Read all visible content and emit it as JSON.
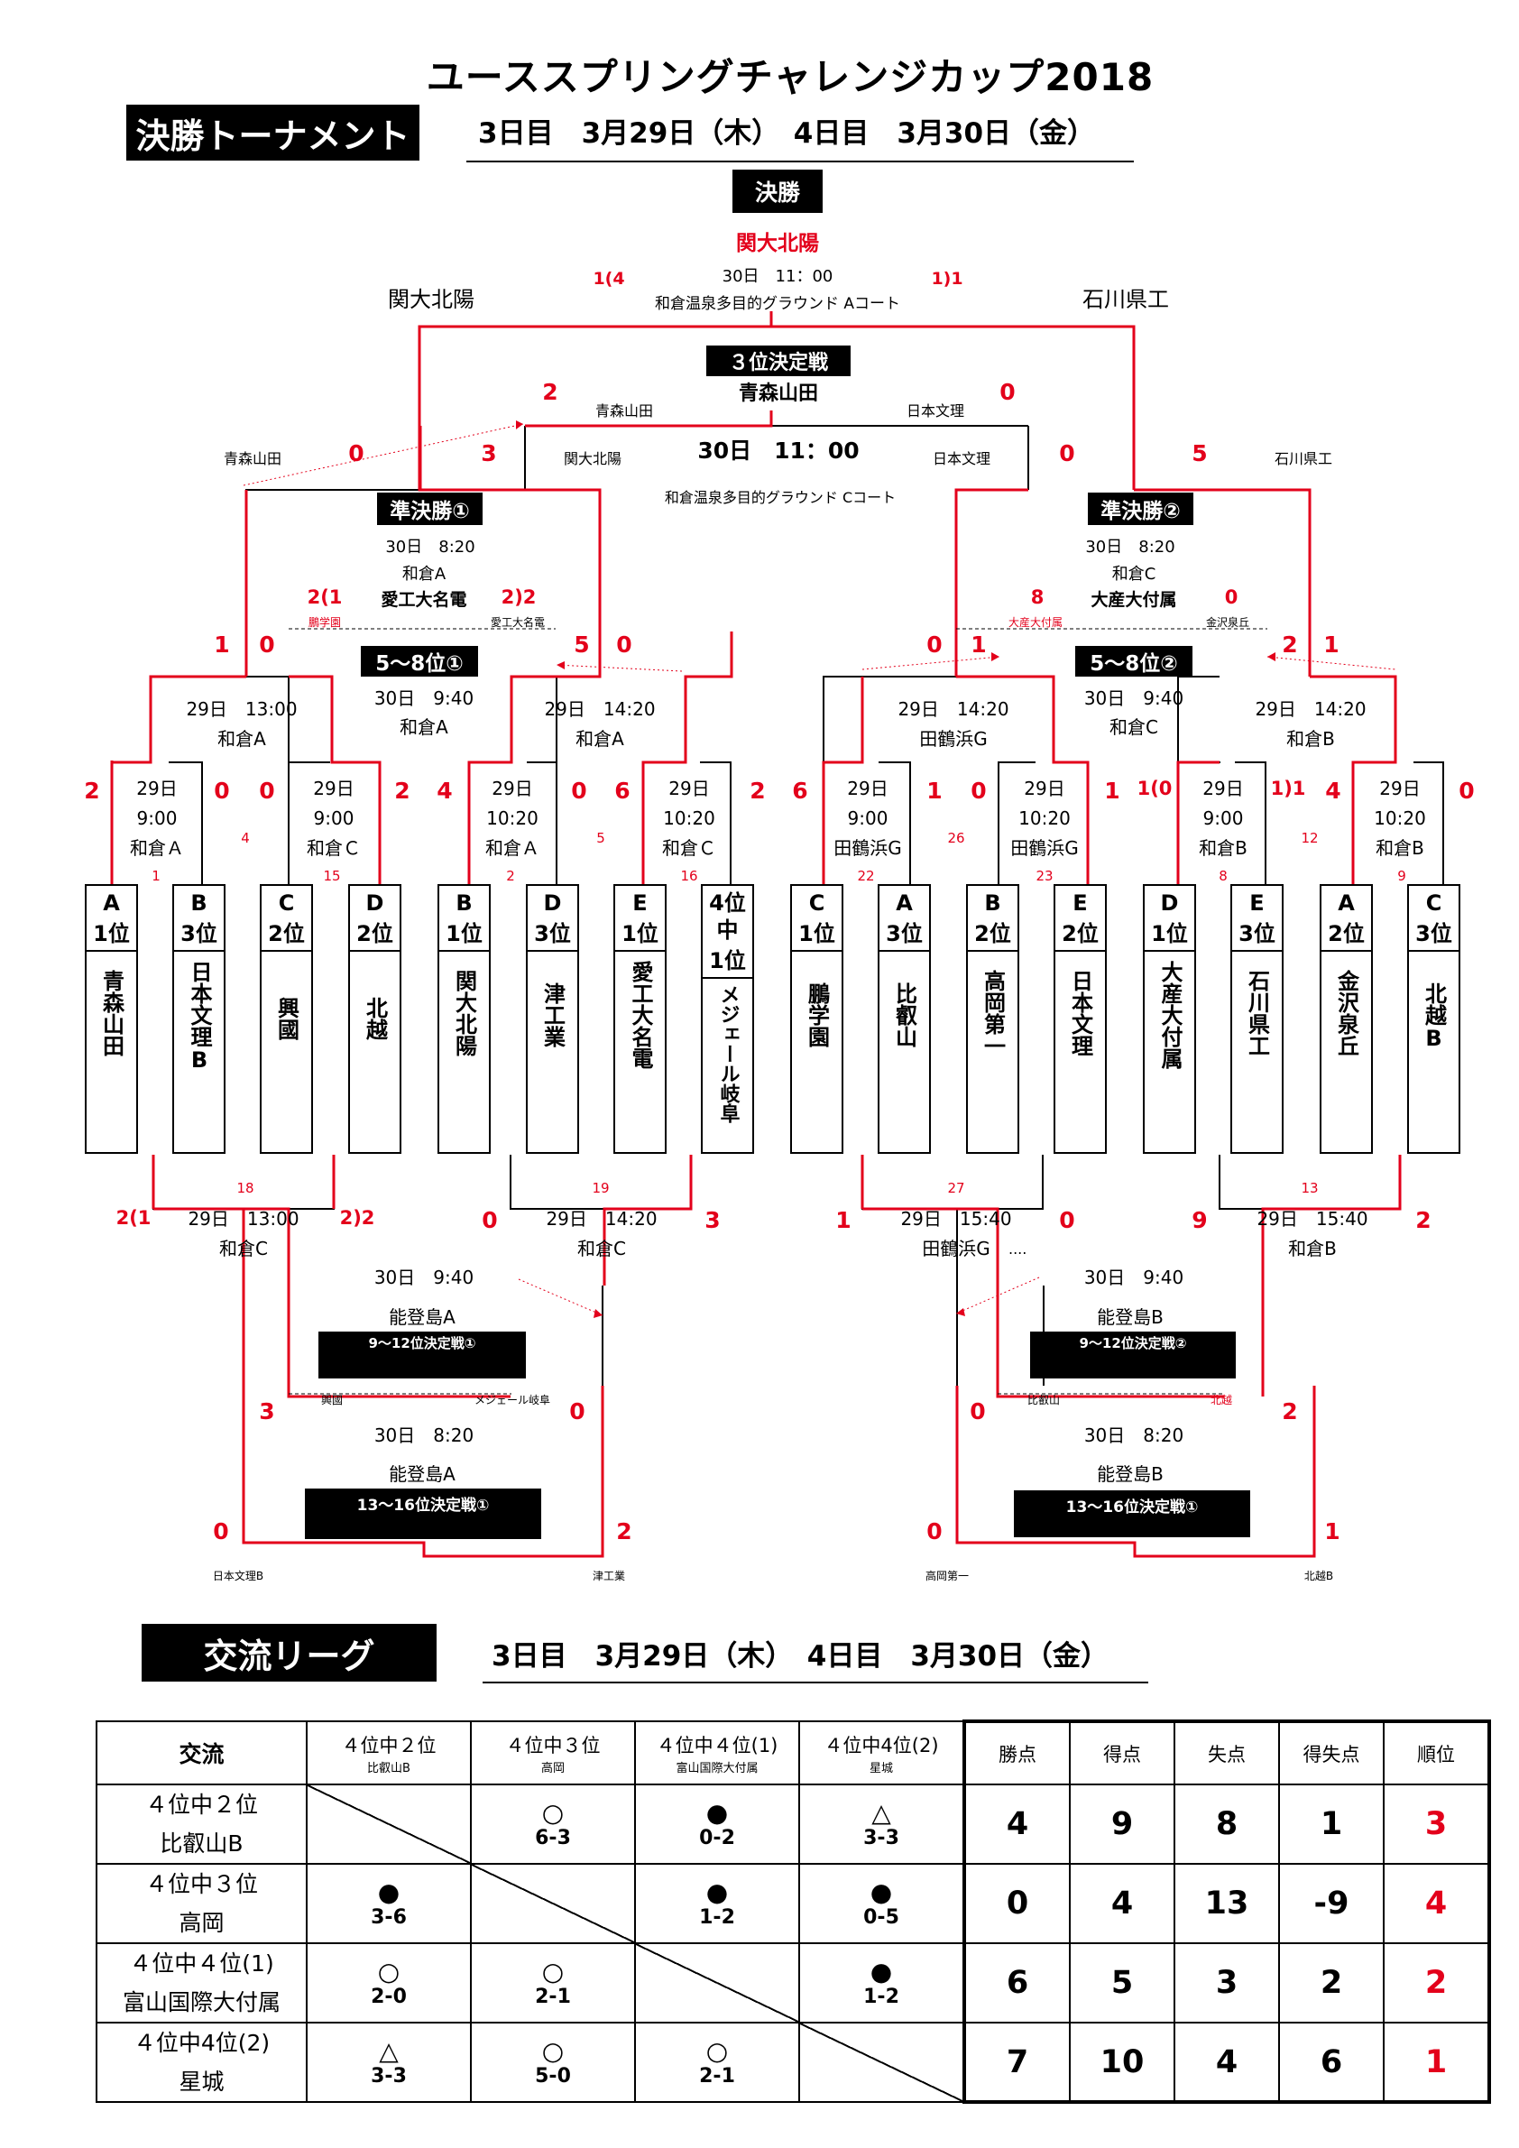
{
  "title": "ユーススプリングチャレンジカップ2018",
  "tournament": {
    "label": "決勝トーナメント",
    "dates": "3日目　3月29日（木）　4日目　3月30日（金）",
    "final": {
      "label": "決勝",
      "winner": "関大北陽",
      "time": "30日　11：00",
      "venue": "和倉温泉多目的グラウンド Aコート",
      "left_team": "関大北陽",
      "right_team": "石川県工",
      "left_score": "1(4",
      "right_score": "1)1"
    },
    "third": {
      "label": "３位決定戦",
      "winner": "青森山田",
      "left_team": "青森山田",
      "right_team": "日本文理",
      "left_score": "2",
      "right_score": "0",
      "time": "30日　11：00",
      "venue": "和倉温泉多目的グラウンド Cコート"
    },
    "semi1": {
      "label": "準決勝①",
      "time": "30日　8:20",
      "venue": "和倉A",
      "winner": "愛工大名電",
      "left_score": "2(1",
      "right_score": "2)2",
      "left_note": "鵬学園",
      "right_note": "愛工大名電",
      "outer_left_team": "青森山田",
      "outer_left_score": "0",
      "outer_right_team": "関大北陽",
      "outer_right_score": "3"
    },
    "semi2": {
      "label": "準決勝②",
      "time": "30日　8:20",
      "venue": "和倉C",
      "winner": "大産大付属",
      "left_score": "8",
      "right_score": "0",
      "left_note": "大産大付属",
      "right_note": "金沢泉丘",
      "outer_left_team": "日本文理",
      "outer_left_score": "0",
      "outer_right_team": "石川県工",
      "outer_right_score": "5"
    },
    "place58_1": {
      "label": "5～8位①",
      "time": "30日　9:40",
      "venue": "和倉A"
    },
    "place58_2": {
      "label": "5～8位②",
      "time": "30日　9:40",
      "venue": "和倉C"
    },
    "qf": [
      {
        "time": "29日　13:00",
        "venue": "和倉A",
        "left": "1",
        "right": "0"
      },
      {
        "time": "29日　14:20",
        "venue": "和倉A",
        "left": "5",
        "right": "0"
      },
      {
        "time": "29日　14:20",
        "venue": "田鶴浜G",
        "left": "0",
        "right": "1"
      },
      {
        "time": "29日　14:20",
        "venue": "和倉B",
        "left": "2",
        "right": "1"
      }
    ],
    "r1": [
      {
        "day": "29日",
        "time": "9:00",
        "venue": "和倉Ａ",
        "left": "2",
        "right": "0",
        "no": "4"
      },
      {
        "day": "29日",
        "time": "9:00",
        "venue": "和倉Ｃ",
        "left": "0",
        "right": "2",
        "no": ""
      },
      {
        "day": "29日",
        "time": "10:20",
        "venue": "和倉Ａ",
        "left": "4",
        "right": "0",
        "no": "5"
      },
      {
        "day": "29日",
        "time": "10:20",
        "venue": "和倉Ｃ",
        "left": "6",
        "right": "2",
        "no": ""
      },
      {
        "day": "29日",
        "time": "9:00",
        "venue": "田鶴浜G",
        "left": "6",
        "right": "1",
        "no": "26"
      },
      {
        "day": "29日",
        "time": "10:20",
        "venue": "田鶴浜G",
        "left": "0",
        "right": "1",
        "no": ""
      },
      {
        "day": "29日",
        "time": "9:00",
        "venue": "和倉B",
        "left": "1(0",
        "right": "1)1",
        "no": "12"
      },
      {
        "day": "29日",
        "time": "10:20",
        "venue": "和倉B",
        "left": "4",
        "right": "0",
        "no": ""
      }
    ],
    "match_nos": [
      "1",
      "15",
      "2",
      "16",
      "22",
      "23",
      "8",
      "9"
    ],
    "teams": [
      {
        "cat1": "A",
        "cat2": "1位",
        "name": "青森山田"
      },
      {
        "cat1": "B",
        "cat2": "3位",
        "name": "日本文理B"
      },
      {
        "cat1": "C",
        "cat2": "2位",
        "name": "興國"
      },
      {
        "cat1": "D",
        "cat2": "2位",
        "name": "北越"
      },
      {
        "cat1": "B",
        "cat2": "1位",
        "name": "関大北陽"
      },
      {
        "cat1": "D",
        "cat2": "3位",
        "name": "津工業"
      },
      {
        "cat1": "E",
        "cat2": "1位",
        "name": "愛工大名電"
      },
      {
        "cat1": "4位中",
        "cat2": "1位",
        "name": "メジェール岐阜"
      },
      {
        "cat1": "C",
        "cat2": "1位",
        "name": "鵬学園"
      },
      {
        "cat1": "A",
        "cat2": "3位",
        "name": "比叡山"
      },
      {
        "cat1": "B",
        "cat2": "2位",
        "name": "高岡第一"
      },
      {
        "cat1": "E",
        "cat2": "2位",
        "name": "日本文理"
      },
      {
        "cat1": "D",
        "cat2": "1位",
        "name": "大産大付属"
      },
      {
        "cat1": "E",
        "cat2": "3位",
        "name": "石川県工"
      },
      {
        "cat1": "A",
        "cat2": "2位",
        "name": "金沢泉丘"
      },
      {
        "cat1": "C",
        "cat2": "3位",
        "name": "北越B"
      }
    ],
    "lower": [
      {
        "no": "18",
        "time": "29日　13:00",
        "venue": "和倉C",
        "left": "2(1",
        "right": "2)2"
      },
      {
        "no": "19",
        "time": "29日　14:20",
        "venue": "和倉C",
        "left": "0",
        "right": "3"
      },
      {
        "no": "27",
        "time": "29日　15:40",
        "venue": "田鶴浜G",
        "left": "1",
        "right": "0",
        "extra": "...."
      },
      {
        "no": "13",
        "time": "29日　15:40",
        "venue": "和倉B",
        "left": "9",
        "right": "2"
      }
    ],
    "p912_1": {
      "label": "9～12位決定戦①",
      "time": "30日　9:40",
      "venue": "能登島A",
      "left_note": "興國",
      "right_note": "メジェール岐阜",
      "left": "3",
      "right": "0"
    },
    "p912_2": {
      "label": "9～12位決定戦②",
      "time": "30日　9:40",
      "venue": "能登島B",
      "left_note": "比叡山",
      "right_note": "北越",
      "left": "0",
      "right": "2"
    },
    "p1316_1": {
      "label": "13～16位決定戦①",
      "time": "30日　8:20",
      "venue": "能登島A",
      "left_note": "日本文理B",
      "right_note": "津工業",
      "left": "0",
      "right": "2"
    },
    "p1316_2": {
      "label": "13～16位決定戦①",
      "time": "30日　8:20",
      "venue": "能登島B",
      "left_note": "高岡第一",
      "right_note": "北越B",
      "left": "0",
      "right": "1"
    }
  },
  "league": {
    "label": "交流リーグ",
    "dates": "3日目　3月29日（木）　4日目　3月30日（金）",
    "corner": "交流",
    "columns": [
      {
        "h1": "４位中２位",
        "h2": "比叡山B"
      },
      {
        "h1": "４位中３位",
        "h2": "高岡"
      },
      {
        "h1": "４位中４位(1)",
        "h2": "富山国際大付属"
      },
      {
        "h1": "４位中4位(2)",
        "h2": "星城"
      }
    ],
    "stat_headers": [
      "勝点",
      "得点",
      "失点",
      "得失点",
      "順位"
    ],
    "rows": [
      {
        "l1": "４位中２位",
        "l2": "比叡山B",
        "cells": [
          null,
          {
            "m": "○",
            "r": "6-3"
          },
          {
            "m": "●",
            "r": "0-2"
          },
          {
            "m": "△",
            "r": "3-3"
          }
        ],
        "stats": [
          "4",
          "9",
          "8",
          "1",
          "3"
        ]
      },
      {
        "l1": "４位中３位",
        "l2": "高岡",
        "cells": [
          {
            "m": "●",
            "r": "3-6"
          },
          null,
          {
            "m": "●",
            "r": "1-2"
          },
          {
            "m": "●",
            "r": "0-5"
          }
        ],
        "stats": [
          "0",
          "4",
          "13",
          "-9",
          "4"
        ]
      },
      {
        "l1": "４位中４位(1)",
        "l2": "富山国際大付属",
        "cells": [
          {
            "m": "○",
            "r": "2-0"
          },
          {
            "m": "○",
            "r": "2-1"
          },
          null,
          {
            "m": "●",
            "r": "1-2"
          }
        ],
        "stats": [
          "6",
          "5",
          "3",
          "2",
          "2"
        ]
      },
      {
        "l1": "４位中4位(2)",
        "l2": "星城",
        "cells": [
          {
            "m": "△",
            "r": "3-3"
          },
          {
            "m": "○",
            "r": "5-0"
          },
          {
            "m": "○",
            "r": "2-1"
          },
          null
        ],
        "stats": [
          "7",
          "10",
          "4",
          "6",
          "1"
        ]
      }
    ]
  },
  "colors": {
    "accent": "#e3001b",
    "ink": "#000000"
  }
}
